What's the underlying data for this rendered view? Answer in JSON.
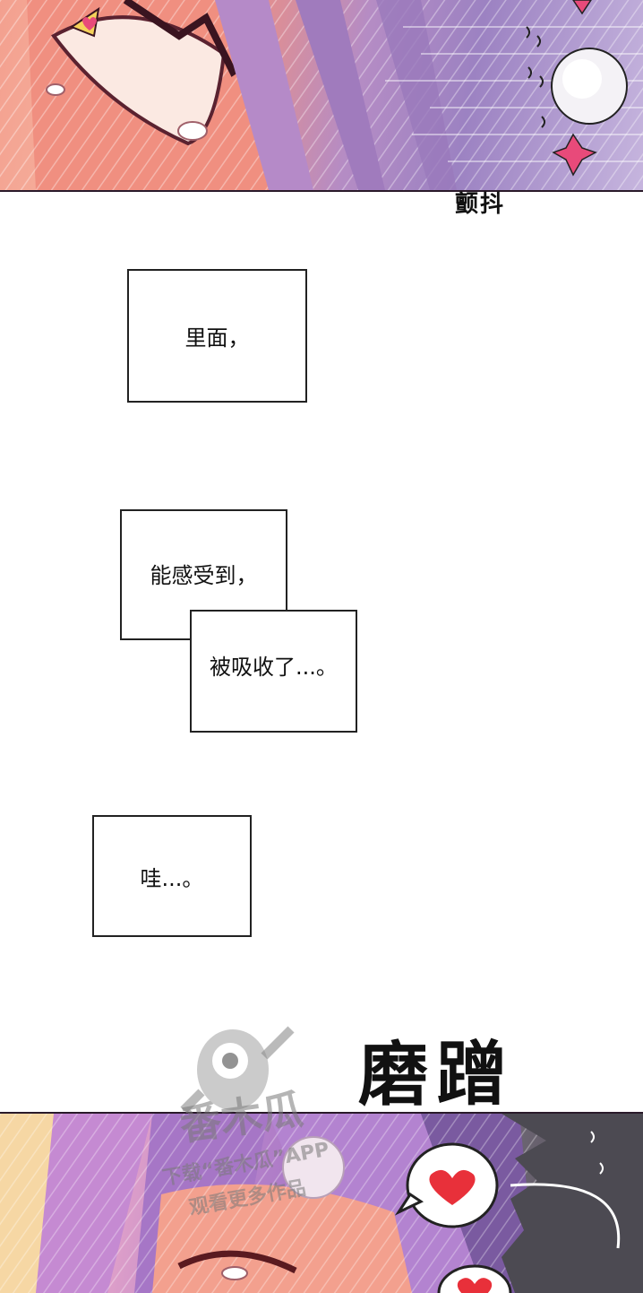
{
  "panels": {
    "top": {
      "sfx": "颤抖"
    },
    "bottom": {}
  },
  "captions": [
    {
      "text": "里面，"
    },
    {
      "text": "能感受到，"
    },
    {
      "text": "被吸收了...。"
    },
    {
      "text": "哇...。"
    }
  ],
  "sfx_mid": "磨蹭",
  "watermark": {
    "logo_text": "番木瓜",
    "line1": "下载“番木瓜”APP",
    "line2": "观看更多作品"
  },
  "colors": {
    "heart": "#e8303a",
    "sparkle": "#e84a7a",
    "outline": "#222222"
  }
}
